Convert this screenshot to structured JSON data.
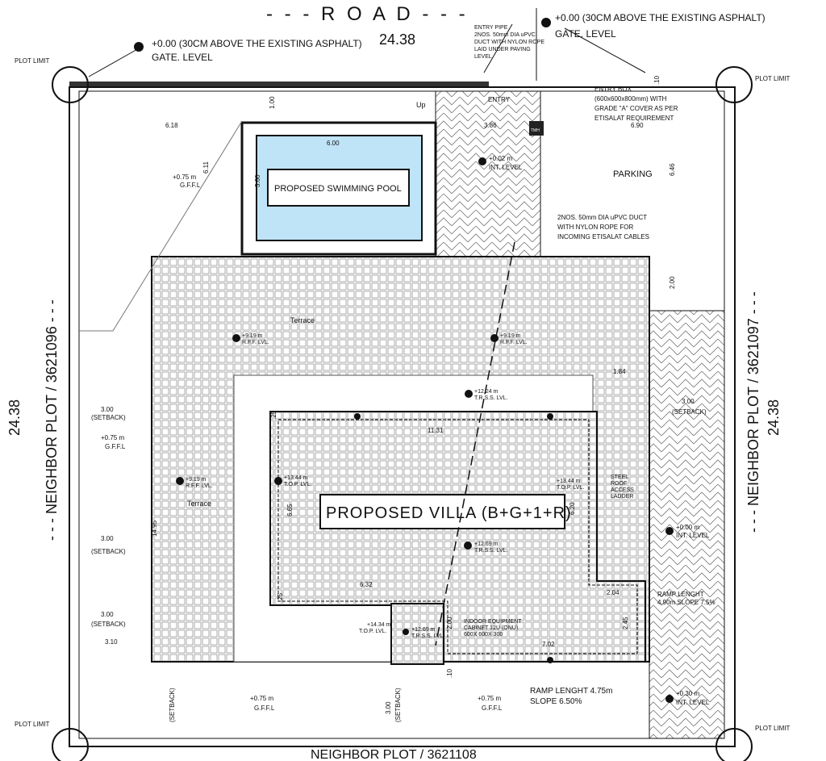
{
  "road": {
    "label": "- - -   R O A D   - - -",
    "width": "24.38"
  },
  "gate_level": {
    "value": "+0.00 (30CM ABOVE THE EXISTING ASPHALT)",
    "label": "GATE. LEVEL"
  },
  "entry_pipe": [
    "ENTRY PIPE",
    "2NOS. 50mm DIA uPVC",
    "DUCT WITH NYLON ROPE",
    "LAID UNDER PAVING",
    "LEVEL"
  ],
  "entry_box": [
    "ENTRY BOX",
    "(600x600x800mm) WITH",
    "GRADE \"A\" COVER AS PER",
    "ETISALAT REQUIREMENT"
  ],
  "entry": "ENTRY",
  "up": "Up",
  "pool": {
    "label": "PROPOSED SWIMMING POOL",
    "length": "6.00",
    "width": "3.60"
  },
  "villa": "PROPOSED VILLA (B+G+1+R)",
  "parking": "PARKING",
  "duct": [
    "2NOS. 50mm DIA uPVC DUCT",
    "WITH NYLON ROPE FOR",
    "INCOMING ETISALAT CABLES"
  ],
  "neighbors": {
    "left": "- - - NEIGHBOR PLOT / 3621096 - - -",
    "right": "- - - NEIGHBOR PLOT / 3621097 - - -",
    "bottom": "NEIGHBOR PLOT / 3621108",
    "left_dim": "24.38",
    "right_dim": "24.38"
  },
  "plot_limit": "PLOT LIMIT",
  "dims": {
    "d618": "6.18",
    "d100": "1.00",
    "d611": "6.11",
    "d386": "3.86",
    "d690": "6.90",
    "d646": "6.46",
    "d200": "2.00",
    "d184": "1.84",
    "d1131": "11.31",
    "d665": "6.65",
    "d620": "6.20",
    "d632": "6.32",
    "d204": "2.04",
    "d245": "2.45",
    "d702": "7.02",
    "d1495": "14.95",
    "d310": "3.10",
    "d300": "3.00",
    "d25": ".25",
    "d10": ".10",
    "d010": ".10",
    "d200b": "2.00"
  },
  "setback": {
    "value": "3.00",
    "label": "(SETBACK)"
  },
  "levels": {
    "gffl": "+0.75 m",
    "gffl_label": "G.F.F.L",
    "int_000": "+0.00 m",
    "int_002": "+0.02 m",
    "int_030": "+0.30 m",
    "int_label": "INT. LEVEL",
    "rff": "+9.19 m",
    "rff_label": "R.F.F. LVL.",
    "trss": "+12.24 m",
    "trss2": "+12.69 m",
    "trss3": "+12.69 m",
    "trss_label": "T.R.S.S. LVL.",
    "top": "+13.44 m",
    "top2": "+14.34 m",
    "top_label": "T.O.P. LVL."
  },
  "terrace": "Terrace",
  "ladder": [
    "STEEL",
    "ROOF",
    "ACCESS",
    "LADDER"
  ],
  "cabinet": [
    "INDOOR EQUIPMENT",
    "CABINET 12U (ONU)",
    "600X 600X 300"
  ],
  "ramp1": [
    "RAMP LENGHT",
    "4.90m SLOPE 7.5%"
  ],
  "ramp2": [
    "RAMP LENGHT 4.75m",
    "SLOPE 6.50%"
  ],
  "tmh": "TMH"
}
